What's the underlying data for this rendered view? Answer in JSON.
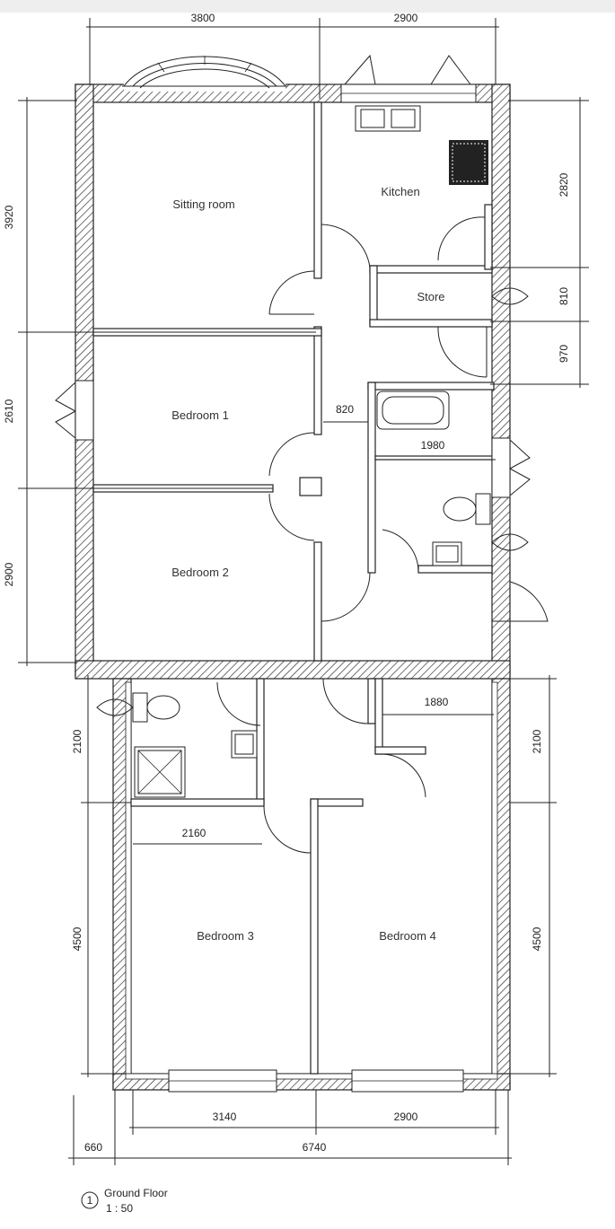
{
  "rooms": {
    "sitting_room": "Sitting room",
    "kitchen": "Kitchen",
    "store": "Store",
    "bedroom1": "Bedroom 1",
    "bedroom2": "Bedroom 2",
    "bedroom3": "Bedroom 3",
    "bedroom4": "Bedroom 4"
  },
  "dimensions": {
    "top_left": "3800",
    "top_right": "2900",
    "left_sitting": "3920",
    "left_bed1": "2610",
    "left_bed2": "2900",
    "right_kitchen": "2820",
    "right_store": "810",
    "right_hall": "970",
    "bath_opening": "820",
    "bath_width": "1980",
    "left_ensuite": "2100",
    "right_ensuite": "2100",
    "ensuite_width": "1880",
    "shower_width": "2160",
    "left_bed3": "4500",
    "right_bed4": "4500",
    "bottom_bed3": "3140",
    "bottom_bed4": "2900",
    "offset": "660",
    "overall": "6740"
  },
  "title": {
    "number": "1",
    "name": "Ground Floor",
    "scale": "1 : 50"
  }
}
